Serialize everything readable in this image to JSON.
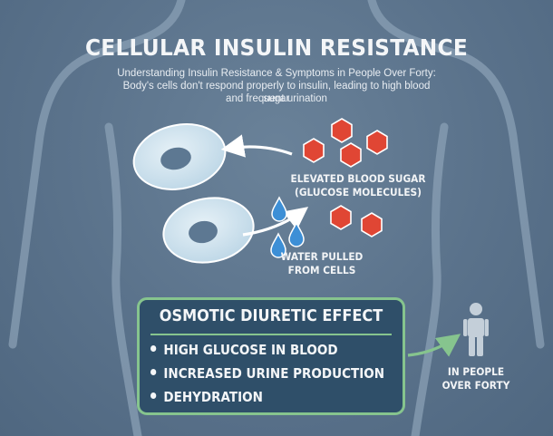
{
  "header": {
    "title": "CELLULAR INSULIN RESISTANCE",
    "subtitle_lines": [
      "Understanding Insulin Resistance & Symptoms in People Over Forty:",
      "Body's cells don't respond properly to insulin, leading to high blood sugar",
      "and frequent urination"
    ]
  },
  "labels": {
    "elevated_line1": "ELEVATED BLOOD SUGAR",
    "elevated_line2": "(GLUCOSE MOLECULES)",
    "water_line1": "WATER PULLED",
    "water_line2": "FROM CELLS",
    "people_line1": "IN PEOPLE",
    "people_line2": "OVER FORTY"
  },
  "effect_box": {
    "title": "OSMOTIC DIURETIC EFFECT",
    "bullets": [
      "HIGH GLUCOSE IN BLOOD",
      "INCREASED URINE PRODUCTION",
      "DEHYDRATION"
    ]
  },
  "colors": {
    "background": "#5d7690",
    "cell_fill": "#cfe2ee",
    "cell_nucleus": "#5d7892",
    "glucose": "#e04634",
    "water": "#3d8fd6",
    "box_border": "#86c48e",
    "box_fill": "#2f4f69",
    "person": "#c4cfd9"
  },
  "icons": [
    "cell-icon",
    "glucose-molecule-icon",
    "water-drop-icon",
    "person-icon",
    "arrow-icon"
  ]
}
